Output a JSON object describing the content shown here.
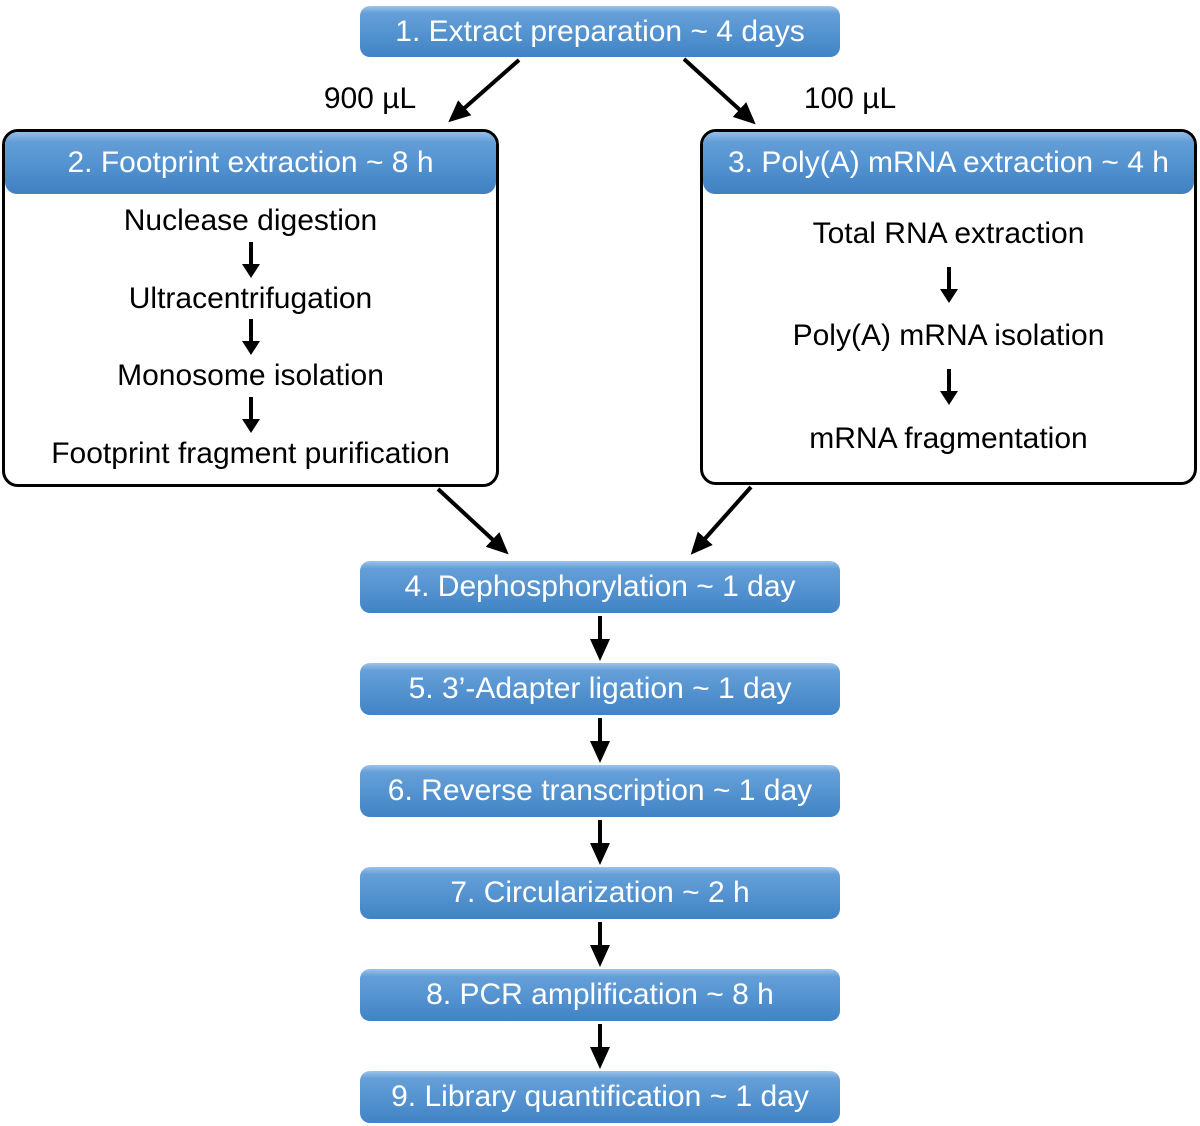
{
  "diagram": {
    "step1_label": "1. Extract preparation ~ 4 days",
    "branch_labels": {
      "left": "900 µL",
      "right": "100 µL"
    },
    "footprint_box": {
      "title": "2. Footprint extraction ~ 8 h",
      "steps": [
        "Nuclease digestion",
        "Ultracentrifugation",
        "Monosome isolation",
        "Footprint fragment purification"
      ]
    },
    "mrna_box": {
      "title": "3. Poly(A) mRNA extraction ~ 4 h",
      "steps": [
        "Total RNA extraction",
        "Poly(A) mRNA isolation",
        "mRNA fragmentation"
      ]
    },
    "chain_steps": [
      "4. Dephosphorylation ~ 1 day",
      "5. 3’-Adapter ligation ~ 1 day",
      "6. Reverse transcription ~ 1 day",
      "7. Circularization ~ 2 h",
      "8. PCR amplification ~ 8 h",
      "9. Library quantification ~ 1 day"
    ],
    "colors": {
      "box_blue_top": "#93BFE8",
      "box_blue_bottom": "#4080C2",
      "border_black": "#000000",
      "text_on_blue": "#FFFFFF",
      "text_dark": "#000000"
    }
  }
}
